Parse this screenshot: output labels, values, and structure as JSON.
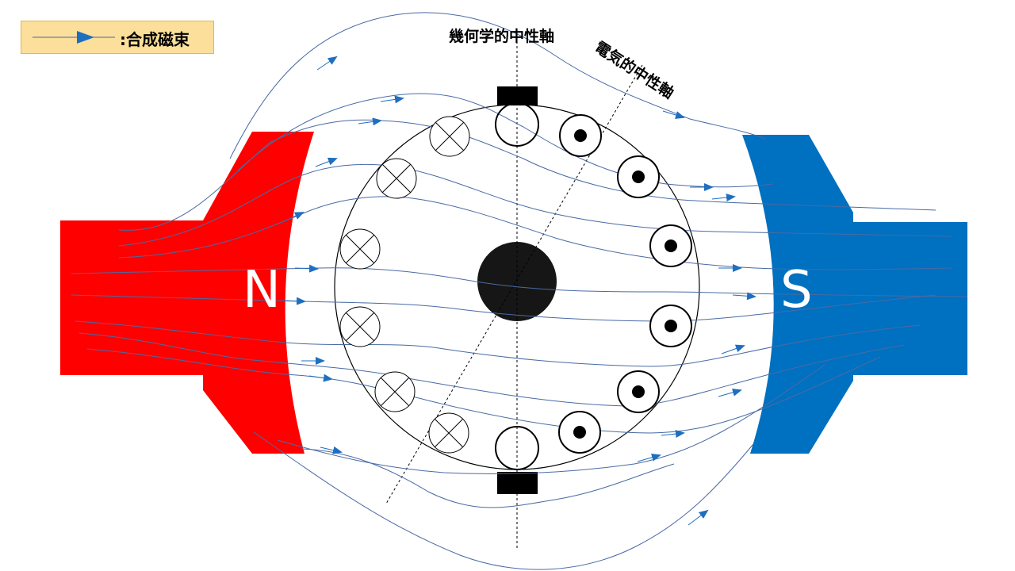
{
  "legend": {
    "label": ":合成磁束",
    "arrow_icon": "flux-arrow-icon"
  },
  "axes": {
    "geometric_neutral": "幾何学的中性軸",
    "electrical_neutral": "電気的中性軸"
  },
  "poles": {
    "north": {
      "letter": "N",
      "color": "#ff0000"
    },
    "south": {
      "letter": "S",
      "color": "#0070c0"
    }
  },
  "colors": {
    "flux_line": "#4a6aa5",
    "flux_arrow": "#1f6fc0",
    "legend_bg": "#fcdf9a"
  },
  "conductors": {
    "into_page_symbol": "cross",
    "out_of_page_symbol": "dot"
  }
}
